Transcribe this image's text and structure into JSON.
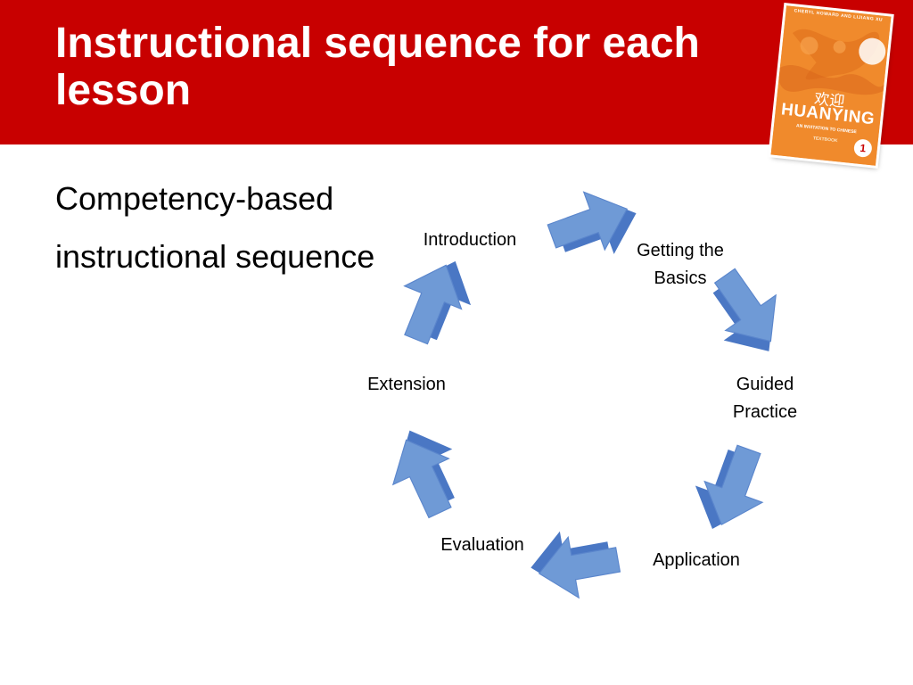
{
  "slide": {
    "title": "Instructional sequence for each lesson",
    "subtitle": "Competency-based instructional sequence"
  },
  "book": {
    "author": "CHERYL HOWARD AND LIJIANG XU",
    "chinese_title": "欢迎",
    "name": "HUANYING",
    "subtitle": "AN INVITATION TO CHINESE",
    "edition": "TEXTBOOK",
    "volume": "1"
  },
  "cycle": {
    "steps": [
      {
        "label": "Introduction"
      },
      {
        "label": "Getting the\nBasics"
      },
      {
        "label": "Guided\nPractice"
      },
      {
        "label": "Application"
      },
      {
        "label": "Evaluation"
      },
      {
        "label": "Extension"
      }
    ]
  },
  "colors": {
    "title_bar": "#c80000",
    "arrow_face": "#6f9ad6",
    "arrow_side": "#4a77c4",
    "book_cover": "#f08a2c"
  }
}
